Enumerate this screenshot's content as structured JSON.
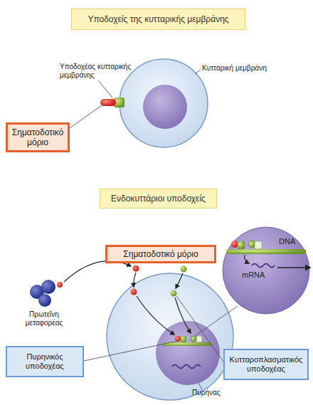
{
  "diagram": {
    "nodes": [
      {
        "text": [
          "Υποδοχείς της κυτταρικής μεμβράνης"
        ]
      },
      {
        "text": [
          "Σηματοδοτικό μόριο"
        ]
      },
      {
        "text": [
          "Ενδοκυττάριοι υποδοχείς"
        ]
      },
      {
        "text": [
          "Σηματοδοτικό μόριο"
        ]
      },
      {
        "text": [
          "DNA",
          "mRNA"
        ]
      },
      {
        "text": [
          "Πυρηνικός υποδοχέας"
        ]
      },
      {
        "text": [
          "Κυτταροπλασματικός υποδοχέας"
        ]
      }
    ],
    "labels": [
      "Υποδοχέας κυτταρικής μεμβράνης",
      "Κυτταρική μεμβράνη",
      "Πρωτεΐνη μεταφορέας",
      "Πυρήνας"
    ]
  }
}
